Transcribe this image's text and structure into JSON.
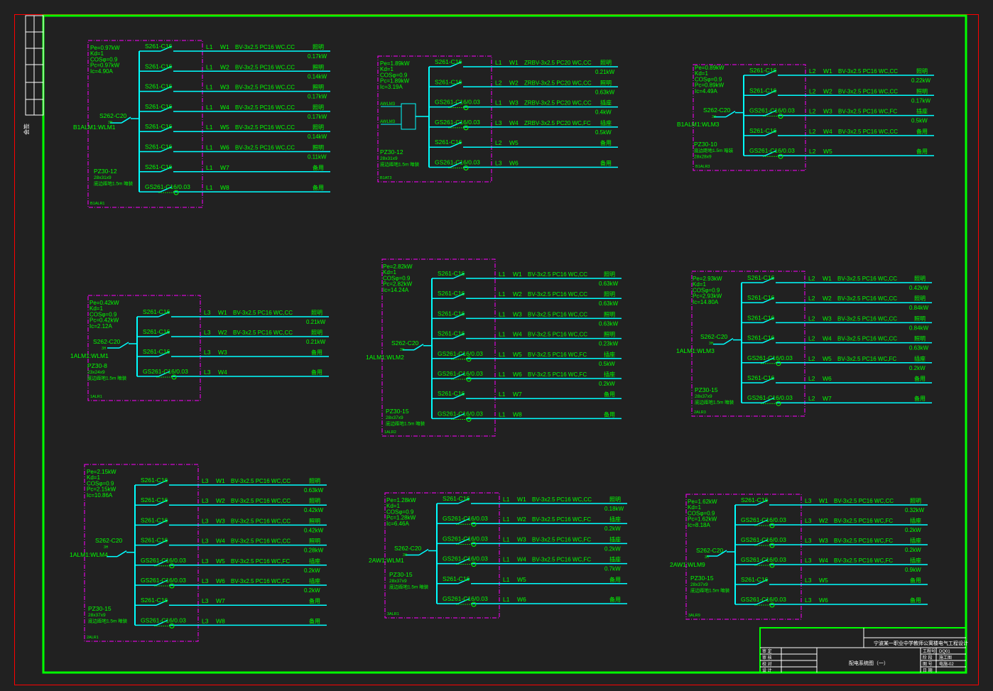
{
  "colors": {
    "background": "#212121",
    "frame": "#00ff00",
    "box": "#ff00ff",
    "wire": "#00ffff",
    "text": "#00ff00",
    "outer_border": "#ff0000"
  },
  "side_strip": {
    "label": "会签"
  },
  "panels": [
    {
      "box_label": "B1ALR1",
      "params": [
        "Pe=0.97kW",
        "Kd=1",
        "COSφ=0.9",
        "Pc=0.97kW",
        "Ic=4.90A"
      ],
      "main_breaker": "S262-C20",
      "main_breaker_sub": "3H",
      "incoming": "B1ALM1:WLM1",
      "model": [
        "PZ30-12",
        "28x31x9",
        "底边距地1.5m 暗装"
      ],
      "circuits": [
        {
          "breaker": "S261-C16",
          "phase": "L1",
          "id": "W1",
          "cable": "BV-3x2.5 PC16 WC,CC",
          "use": "照明",
          "load": "0.17kW"
        },
        {
          "breaker": "S261-C16",
          "phase": "L1",
          "id": "W2",
          "cable": "BV-3x2.5 PC16 WC,CC",
          "use": "照明",
          "load": "0.14kW"
        },
        {
          "breaker": "S261-C16",
          "phase": "L1",
          "id": "W3",
          "cable": "BV-3x2.5 PC16 WC,CC",
          "use": "照明",
          "load": "0.17kW"
        },
        {
          "breaker": "S261-C16",
          "phase": "L1",
          "id": "W4",
          "cable": "BV-3x2.5 PC16 WC,CC",
          "use": "照明",
          "load": "0.17kW"
        },
        {
          "breaker": "S261-C16",
          "phase": "L1",
          "id": "W5",
          "cable": "BV-3x2.5 PC16 WC,CC",
          "use": "照明",
          "load": "0.14kW"
        },
        {
          "breaker": "S261-C16",
          "phase": "L1",
          "id": "W6",
          "cable": "BV-3x2.5 PC16 WC,CC",
          "use": "照明",
          "load": "0.11kW"
        },
        {
          "breaker": "S261-C16",
          "phase": "L1",
          "id": "W7",
          "cable": "",
          "use": "备用",
          "load": ""
        },
        {
          "breaker": "GS261-C16/0.03",
          "phase": "L1",
          "id": "W8",
          "cable": "",
          "use": "备用",
          "load": ""
        }
      ]
    },
    {
      "box_label": "B1AT3",
      "params": [
        "Pe=1.89kW",
        "Kd=1",
        "COSφ=0.9",
        "Pc=1.89kW",
        "Ic=3.19A"
      ],
      "main_breaker": "",
      "main_breaker_sub": "",
      "incoming": "",
      "ats_inputs": [
        "AWLM3",
        "AWLM3"
      ],
      "model": [
        "PZ30-12",
        "28x31x9",
        "底边距地1.5m 暗装"
      ],
      "circuits": [
        {
          "breaker": "S261-C16",
          "phase": "L1",
          "id": "W1",
          "cable": "ZRBV-3x2.5 PC20 WC,CC",
          "use": "照明",
          "load": "0.21kW"
        },
        {
          "breaker": "S261-C16",
          "phase": "L2",
          "id": "W2",
          "cable": "ZRBV-3x2.5 PC20 WC,CC",
          "use": "照明",
          "load": "0.63kW"
        },
        {
          "breaker": "GS261-C16/0.03",
          "phase": "L1",
          "id": "W3",
          "cable": "ZRBV-3x2.5 PC20 WC,CC",
          "use": "插座",
          "load": "0.4kW"
        },
        {
          "breaker": "GS261-C16/0.03",
          "phase": "L3",
          "id": "W4",
          "cable": "ZRBV-3x2.5 PC20 WC,FC",
          "use": "插座",
          "load": "0.5kW"
        },
        {
          "breaker": "S261-C16",
          "phase": "L2",
          "id": "W5",
          "cable": "",
          "use": "备用",
          "load": ""
        },
        {
          "breaker": "GS261-C16/0.03",
          "phase": "L3",
          "id": "W6",
          "cable": "",
          "use": "备用",
          "load": ""
        }
      ]
    },
    {
      "box_label": "B1ALR3",
      "params": [
        "Pe=0.89kW",
        "Kd=1",
        "COSφ=0.9",
        "Pc=0.89kW",
        "Ic=4.49A"
      ],
      "main_breaker": "S262-C20",
      "main_breaker_sub": "3H",
      "incoming": "B1ALM1:WLM3",
      "model": [
        "PZ30-10",
        "底边距地1.5m 暗装",
        "28x28x9"
      ],
      "circuits": [
        {
          "breaker": "S261-C16",
          "phase": "L2",
          "id": "W1",
          "cable": "BV-3x2.5 PC16 WC,CC",
          "use": "照明",
          "load": "0.22kW"
        },
        {
          "breaker": "S261-C16",
          "phase": "L2",
          "id": "W2",
          "cable": "BV-3x2.5 PC16 WC,CC",
          "use": "照明",
          "load": "0.17kW"
        },
        {
          "breaker": "GS261-C16/0.03",
          "phase": "L2",
          "id": "W3",
          "cable": "BV-3x2.5 PC16 WC,FC",
          "use": "插座",
          "load": "0.5kW"
        },
        {
          "breaker": "S261-C16",
          "phase": "L2",
          "id": "W4",
          "cable": "BV-3x2.5 PC16 WC,CC",
          "use": "备用",
          "load": ""
        },
        {
          "breaker": "GS261-C16/0.03",
          "phase": "L2",
          "id": "W5",
          "cable": "",
          "use": "备用",
          "load": ""
        }
      ]
    },
    {
      "box_label": "1ALR1",
      "params": [
        "Pe=0.42kW",
        "Kd=1",
        "COSφ=0.9",
        "Pc=0.42kW",
        "Ic=2.12A"
      ],
      "main_breaker": "S262-C20",
      "main_breaker_sub": "3H",
      "incoming": "1ALM1:WLM1",
      "model": [
        "PZ30-8",
        "23x24x9",
        "底边距地1.5m 暗装"
      ],
      "circuits": [
        {
          "breaker": "S261-C16",
          "phase": "L3",
          "id": "W1",
          "cable": "BV-3x2.5 PC16 WC,CC",
          "use": "照明",
          "load": "0.21kW"
        },
        {
          "breaker": "S261-C16",
          "phase": "L3",
          "id": "W2",
          "cable": "BV-3x2.5 PC16 WC,CC",
          "use": "照明",
          "load": "0.21kW"
        },
        {
          "breaker": "S261-C16",
          "phase": "L3",
          "id": "W3",
          "cable": "",
          "use": "备用",
          "load": ""
        },
        {
          "breaker": "GS261-C16/0.03",
          "phase": "L3",
          "id": "W4",
          "cable": "",
          "use": "备用",
          "load": ""
        }
      ]
    },
    {
      "box_label": "1ALR2",
      "params": [
        "Pe=2.82kW",
        "Kd=1",
        "COSφ=0.9",
        "Pc=2.82kW",
        "Ic=14.24A"
      ],
      "main_breaker": "S262-C20",
      "main_breaker_sub": "3H",
      "incoming": "1ALM1:WLM2",
      "model": [
        "PZ30-15",
        "28x37x9",
        "底边距地1.5m 暗装"
      ],
      "circuits": [
        {
          "breaker": "S261-C16",
          "phase": "L1",
          "id": "W1",
          "cable": "BV-3x2.5 PC16 WC,CC",
          "use": "照明",
          "load": "0.63kW"
        },
        {
          "breaker": "S261-C16",
          "phase": "L1",
          "id": "W2",
          "cable": "BV-3x2.5 PC16 WC,CC",
          "use": "照明",
          "load": "0.63kW"
        },
        {
          "breaker": "S261-C16",
          "phase": "L1",
          "id": "W3",
          "cable": "BV-3x2.5 PC16 WC,CC",
          "use": "照明",
          "load": "0.63kW"
        },
        {
          "breaker": "S261-C16",
          "phase": "L1",
          "id": "W4",
          "cable": "BV-3x2.5 PC16 WC,CC",
          "use": "照明",
          "load": "0.23kW"
        },
        {
          "breaker": "GS261-C16/0.03",
          "phase": "L1",
          "id": "W5",
          "cable": "BV-3x2.5 PC16 WC,FC",
          "use": "插座",
          "load": "0.5kW"
        },
        {
          "breaker": "GS261-C16/0.03",
          "phase": "L1",
          "id": "W6",
          "cable": "BV-3x2.5 PC16 WC,FC",
          "use": "插座",
          "load": "0.2kW"
        },
        {
          "breaker": "S261-C16",
          "phase": "L1",
          "id": "W7",
          "cable": "",
          "use": "备用",
          "load": ""
        },
        {
          "breaker": "GS261-C16/0.03",
          "phase": "L1",
          "id": "W8",
          "cable": "",
          "use": "备用",
          "load": ""
        }
      ]
    },
    {
      "box_label": "2ALR3",
      "params": [
        "Pe=2.93kW",
        "Kd=1",
        "COSφ=0.9",
        "Pc=2.93kW",
        "Ic=14.80A"
      ],
      "main_breaker": "S262-C20",
      "main_breaker_sub": "3H",
      "incoming": "1ALM1:WLM3",
      "model": [
        "PZ30-15",
        "28x37x9",
        "底边距地1.5m 暗装"
      ],
      "circuits": [
        {
          "breaker": "S261-C16",
          "phase": "L2",
          "id": "W1",
          "cable": "BV-3x2.5 PC16 WC,CC",
          "use": "照明",
          "load": "0.42kW"
        },
        {
          "breaker": "S261-C16",
          "phase": "L2",
          "id": "W2",
          "cable": "BV-3x2.5 PC16 WC,CC",
          "use": "照明",
          "load": "0.84kW"
        },
        {
          "breaker": "S261-C16",
          "phase": "L2",
          "id": "W3",
          "cable": "BV-3x2.5 PC16 WC,CC",
          "use": "照明",
          "load": "0.84kW"
        },
        {
          "breaker": "S261-C16",
          "phase": "L2",
          "id": "W4",
          "cable": "BV-3x2.5 PC16 WC,CC",
          "use": "照明",
          "load": "0.63kW"
        },
        {
          "breaker": "GS261-C16/0.03",
          "phase": "L2",
          "id": "W5",
          "cable": "BV-3x2.5 PC16 WC,FC",
          "use": "插座",
          "load": "0.2kW"
        },
        {
          "breaker": "S261-C16",
          "phase": "L2",
          "id": "W6",
          "cable": "",
          "use": "备用",
          "load": ""
        },
        {
          "breaker": "GS261-C16/0.03",
          "phase": "L2",
          "id": "W7",
          "cable": "",
          "use": "备用",
          "load": ""
        }
      ]
    },
    {
      "box_label": "2ALR1",
      "params": [
        "Pe=2.15kW",
        "Kd=1",
        "COSφ=0.9",
        "Pc=2.15kW",
        "Ic=10.86A"
      ],
      "main_breaker": "S262-C20",
      "main_breaker_sub": "3H",
      "incoming": "1ALM1:WLM4",
      "model": [
        "PZ30-15",
        "28x37x9",
        "底边距地1.5m 暗装"
      ],
      "circuits": [
        {
          "breaker": "S261-C16",
          "phase": "L3",
          "id": "W1",
          "cable": "BV-3x2.5 PC16 WC,CC",
          "use": "照明",
          "load": "0.63kW"
        },
        {
          "breaker": "S261-C16",
          "phase": "L3",
          "id": "W2",
          "cable": "BV-3x2.5 PC16 WC,CC",
          "use": "照明",
          "load": "0.42kW"
        },
        {
          "breaker": "S261-C16",
          "phase": "L3",
          "id": "W3",
          "cable": "BV-3x2.5 PC16 WC,CC",
          "use": "照明",
          "load": "0.42kW"
        },
        {
          "breaker": "S261-C16",
          "phase": "L3",
          "id": "W4",
          "cable": "BV-3x2.5 PC16 WC,CC",
          "use": "照明",
          "load": "0.28kW"
        },
        {
          "breaker": "GS261-C16/0.03",
          "phase": "L3",
          "id": "W5",
          "cable": "BV-3x2.5 PC16 WC,FC",
          "use": "插座",
          "load": "0.2kW"
        },
        {
          "breaker": "GS261-C16/0.03",
          "phase": "L3",
          "id": "W6",
          "cable": "BV-3x2.5 PC16 WC,FC",
          "use": "插座",
          "load": "0.2kW"
        },
        {
          "breaker": "S261-C16",
          "phase": "L3",
          "id": "W7",
          "cable": "",
          "use": "备用",
          "load": ""
        },
        {
          "breaker": "GS261-C16/0.03",
          "phase": "L3",
          "id": "W8",
          "cable": "",
          "use": "备用",
          "load": ""
        }
      ]
    },
    {
      "box_label": "3ALR1",
      "params": [
        "Pe=1.28kW",
        "Kd=1",
        "COSφ=0.9",
        "Pc=1.28kW",
        "Ic=6.46A"
      ],
      "main_breaker": "S262-C20",
      "main_breaker_sub": "3H",
      "incoming": "2AW1:WLM1",
      "model": [
        "PZ30-15",
        "28x37x9",
        "底边距地1.5m 暗装"
      ],
      "circuits": [
        {
          "breaker": "S261-C16",
          "phase": "L1",
          "id": "W1",
          "cable": "BV-3x2.5 PC16 WC,CC",
          "use": "照明",
          "load": "0.18kW"
        },
        {
          "breaker": "GS261-C16/0.03",
          "phase": "L1",
          "id": "W2",
          "cable": "BV-3x2.5 PC16 WC,FC",
          "use": "插座",
          "load": "0.2kW"
        },
        {
          "breaker": "GS261-C16/0.03",
          "phase": "L1",
          "id": "W3",
          "cable": "BV-3x2.5 PC16 WC,FC",
          "use": "插座",
          "load": "0.2kW"
        },
        {
          "breaker": "GS261-C16/0.03",
          "phase": "L1",
          "id": "W4",
          "cable": "BV-3x2.5 PC16 WC,FC",
          "use": "插座",
          "load": "0.7kW"
        },
        {
          "breaker": "S261-C16",
          "phase": "L1",
          "id": "W5",
          "cable": "",
          "use": "备用",
          "load": ""
        },
        {
          "breaker": "GS261-C16/0.03",
          "phase": "L1",
          "id": "W6",
          "cable": "",
          "use": "备用",
          "load": ""
        }
      ]
    },
    {
      "box_label": "3ALR9",
      "params": [
        "Pe=1.62kW",
        "Kd=1",
        "COSφ=0.9",
        "Pc=1.62kW",
        "Ic=8.18A"
      ],
      "main_breaker": "S262-C20",
      "main_breaker_sub": "3H",
      "incoming": "2AW1:WLM9",
      "model": [
        "PZ30-15",
        "28x37x9",
        "底边距地1.5m 暗装"
      ],
      "circuits": [
        {
          "breaker": "S261-C16",
          "phase": "L3",
          "id": "W1",
          "cable": "BV-3x2.5 PC16 WC,CC",
          "use": "照明",
          "load": "0.32kW"
        },
        {
          "breaker": "GS261-C16/0.03",
          "phase": "L3",
          "id": "W2",
          "cable": "BV-3x2.5 PC16 WC,FC",
          "use": "插座",
          "load": "0.2kW"
        },
        {
          "breaker": "GS261-C16/0.03",
          "phase": "L3",
          "id": "W3",
          "cable": "BV-3x2.5 PC16 WC,FC",
          "use": "插座",
          "load": "0.2kW"
        },
        {
          "breaker": "GS261-C16/0.03",
          "phase": "L3",
          "id": "W4",
          "cable": "BV-3x2.5 PC16 WC,FC",
          "use": "插座",
          "load": "0.9kW"
        },
        {
          "breaker": "S261-C16",
          "phase": "L3",
          "id": "W5",
          "cable": "",
          "use": "备用",
          "load": ""
        },
        {
          "breaker": "GS261-C16/0.03",
          "phase": "L3",
          "id": "W6",
          "cable": "",
          "use": "备用",
          "load": ""
        }
      ]
    }
  ],
  "title_block": {
    "project": "宁波某一职业中学教师公寓楼电气工程设计",
    "drawing_title": "配电系统图（一）",
    "left_rows": [
      "审 定",
      "审 核",
      "校 对",
      "设 计"
    ],
    "right_rows": [
      "工程号",
      "阶 段",
      "图 号",
      "日 期"
    ],
    "right_vals": [
      "DQ01",
      "施工图",
      "电施-02",
      ""
    ]
  }
}
